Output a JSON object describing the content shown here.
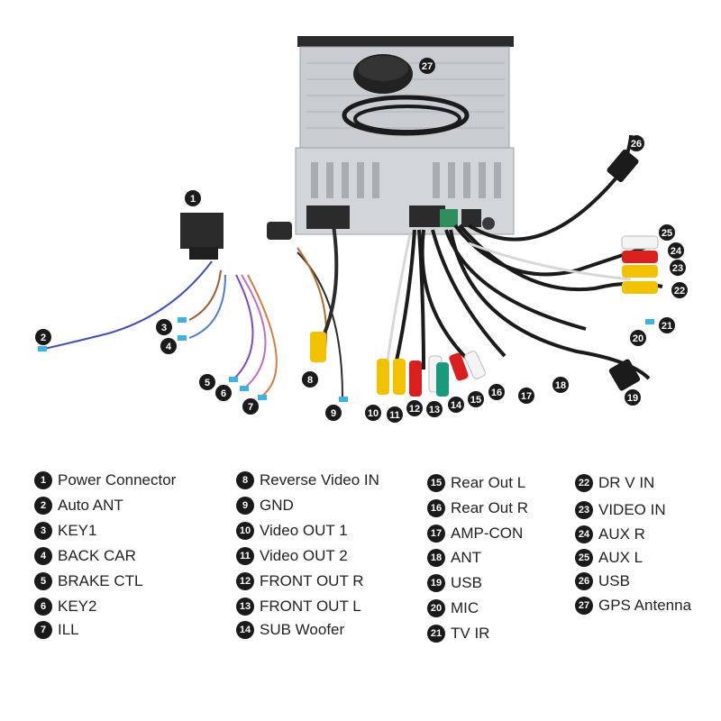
{
  "legend": [
    {
      "num": "1",
      "label": "Power Connector"
    },
    {
      "num": "2",
      "label": "Auto ANT"
    },
    {
      "num": "3",
      "label": "KEY1"
    },
    {
      "num": "4",
      "label": "BACK CAR"
    },
    {
      "num": "5",
      "label": "BRAKE CTL"
    },
    {
      "num": "6",
      "label": "KEY2"
    },
    {
      "num": "7",
      "label": "ILL"
    },
    {
      "num": "8",
      "label": "Reverse Video IN"
    },
    {
      "num": "9",
      "label": "GND"
    },
    {
      "num": "10",
      "label": "Video OUT 1"
    },
    {
      "num": "11",
      "label": "Video OUT 2"
    },
    {
      "num": "12",
      "label": "FRONT OUT R"
    },
    {
      "num": "13",
      "label": "FRONT OUT L"
    },
    {
      "num": "14",
      "label": "SUB Woofer"
    },
    {
      "num": "15",
      "label": "Rear Out L"
    },
    {
      "num": "16",
      "label": "Rear Out R"
    },
    {
      "num": "17",
      "label": "AMP-CON"
    },
    {
      "num": "18",
      "label": "ANT"
    },
    {
      "num": "19",
      "label": "USB"
    },
    {
      "num": "20",
      "label": "MIC"
    },
    {
      "num": "21",
      "label": "TV IR"
    },
    {
      "num": "22",
      "label": "DR V IN"
    },
    {
      "num": "23",
      "label": "VIDEO IN"
    },
    {
      "num": "24",
      "label": "AUX R"
    },
    {
      "num": "25",
      "label": "AUX L"
    },
    {
      "num": "26",
      "label": "USB"
    },
    {
      "num": "27",
      "label": "GPS Antenna"
    }
  ],
  "callouts": [
    "1",
    "2",
    "3",
    "4",
    "5",
    "6",
    "7",
    "8",
    "9",
    "10",
    "11",
    "12",
    "13",
    "14",
    "15",
    "16",
    "17",
    "18",
    "19",
    "20",
    "21",
    "22",
    "23",
    "24",
    "25",
    "26",
    "27"
  ],
  "colors": {
    "badge": "#1a1a1a",
    "rca_yellow": "#f2c200",
    "rca_red": "#d9201e",
    "rca_white": "#f4f4f4",
    "rca_green": "#1a9a7c",
    "chassis": "#c9ccd0",
    "cable": "#1b1b1b"
  },
  "icons": [
    "gps-puck-icon",
    "rca-plug-icon",
    "usb-plug-icon",
    "wire-terminal-icon"
  ]
}
